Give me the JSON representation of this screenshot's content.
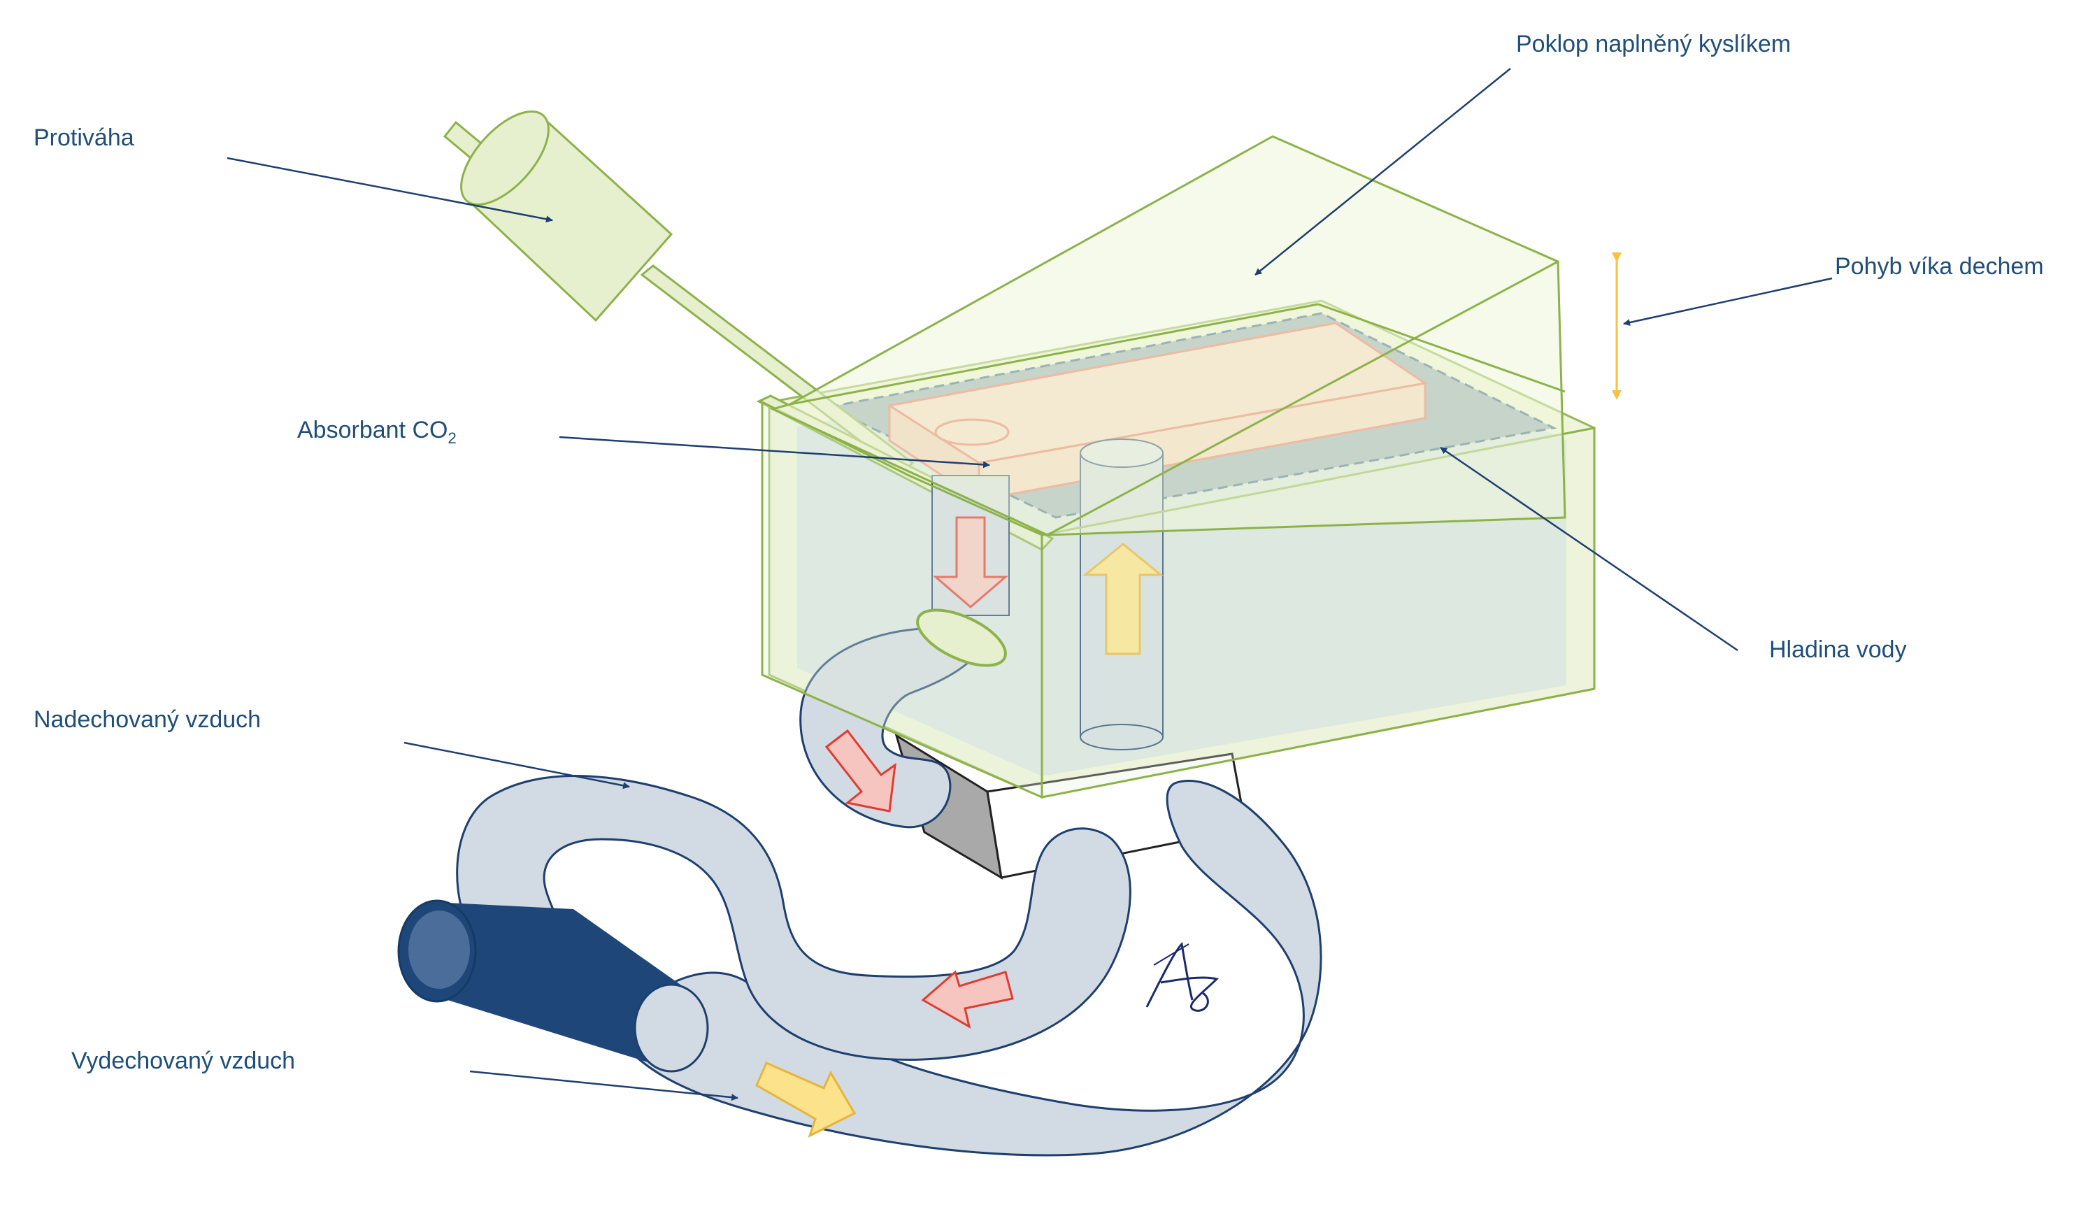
{
  "labels": {
    "counterweight": "Protiváha",
    "lid": "Poklop naplněný kyslíkem",
    "lid_motion": "Pohyb víka dechem",
    "absorbent_prefix": "Absorbant CO",
    "absorbent_sub": "2",
    "water_level": "Hladina vody",
    "inhaled_air": "Nadechovaný vzduch",
    "exhaled_air": "Vydechovaný vzduch"
  },
  "colors": {
    "label_text": "#1f4e79",
    "leader_line": "#1f3f6e",
    "lid_stroke": "#8db24a",
    "lid_fill": "#eef5d8",
    "water_fill": "#d5e3e3",
    "water_surface": "#97aab8",
    "absorbent_fill": "#fadbc9",
    "absorbent_stroke": "#e8745f",
    "hose_fill": "#d2dbe4",
    "hose_stroke": "#1f3f6e",
    "mouthpiece": "#1e4679",
    "arrow_red": "#f6c5c0",
    "arrow_yellow": "#fde28c",
    "motion_arrow": "#f5c242"
  },
  "icons": {
    "signature": "signature-mark"
  }
}
